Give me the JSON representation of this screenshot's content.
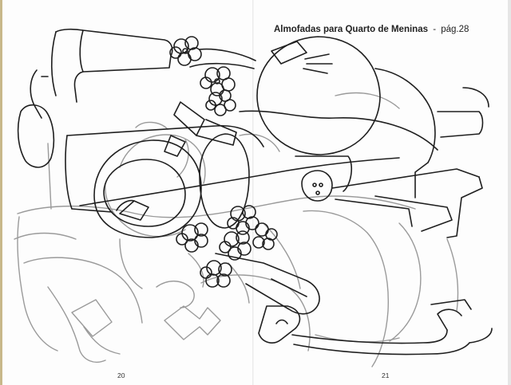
{
  "header": {
    "title": "Almofadas para Quarto de Meninas",
    "separator": "-",
    "page_ref": "pág.28"
  },
  "page_numbers": {
    "left": "20",
    "right": "21"
  }
}
